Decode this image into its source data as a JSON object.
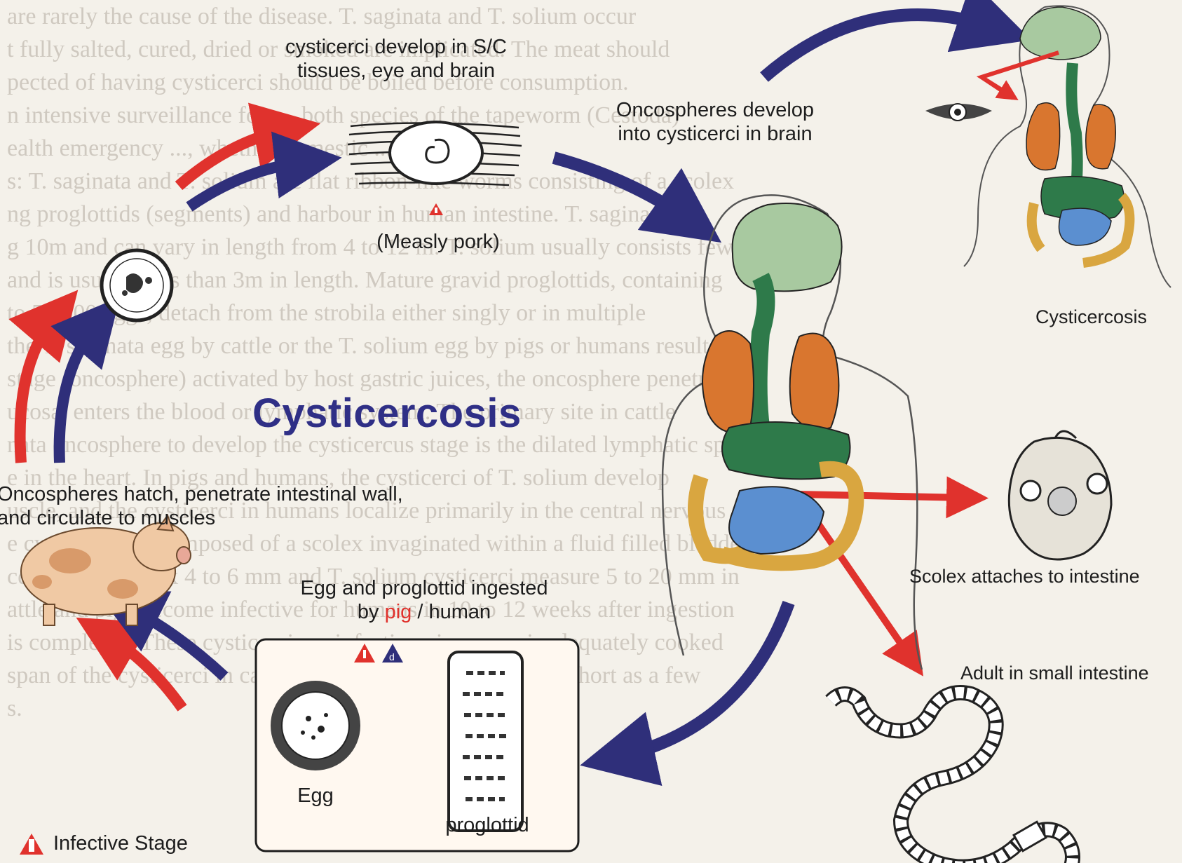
{
  "title": "Cysticercosis",
  "labels": {
    "cysticerci_develop": [
      "cysticerci develop in S/C",
      "tissues, eye and brain"
    ],
    "measly_pork": "(Measly pork)",
    "oncospheres_brain": [
      "Oncospheres develop",
      "into cysticerci in brain"
    ],
    "cysticercosis_small": "Cysticercosis",
    "oncospheres_hatch": [
      "Oncospheres hatch, penetrate intestinal wall,",
      "and circulate to muscles"
    ],
    "egg_ingested_line1": "Egg and proglottid ingested",
    "egg_ingested_by": "by",
    "egg_ingested_pig": "pig",
    "egg_ingested_human": "/ human",
    "scolex_attaches": "Scolex attaches to intestine",
    "adult_small_intestine": "Adult in small intestine",
    "egg": "Egg",
    "proglottid": "proglottid"
  },
  "legend": {
    "infective_stage": "Infective Stage"
  },
  "background_text": [
    "are rarely the cause of the disease. T. saginata and T. solium occur",
    "t fully salted, cured, dried or smoked are implicated. The meat should",
    "pected of having cysticerci should be boiled before consumption.",
    "n intensive surveillance for ..., both species of the tapeworm (Cestoda)",
    "ealth emergency ..., whether domestic ...",
    "s: T. saginata and T. solium are flat ribbon-like worms consisting of a scolex",
    "ng proglottids (segments) and harbour in human intestine. T. saginata can",
    "g 10m and can vary in length from 4 to 12 m. T. solium usually consists few",
    "and is usually less than 3m in length. Mature gravid proglottids, containing",
    "to 50,000 eggs, detach from the strobila either singly or in multiple",
    "",
    "the T. saginata egg by cattle or the T. solium egg by pigs or humans results",
    "stage (oncosphere) activated by host gastric juices, the oncosphere penetrates",
    "ucosa, enters the blood or lymphatic system. The primary site in cattle",
    "nata oncosphere to develop the cysticercus stage is the dilated lymphatic space",
    "e in the heart. In pigs and humans, the cysticerci of T. solium develop",
    "uscle, and the cysticerci in humans localize primarily in the central nervous",
    "e cysticercus is composed of a scolex invaginated within a fluid filled bladder",
    "cerci are 7 to 10 x 4 to 6 mm and T. solium cysticerci measure 5 to 20 mm in",
    "attle and pigs become infective for humans in 10 to 12 weeks after ingestion",
    "is completed. These cysticerci are infective via raw or inadequately cooked",
    "span of the cysticerci in cattle and pigs is reported to be as short as a few",
    "s."
  ],
  "colors": {
    "red_arrow": "#e0322d",
    "blue_arrow": "#2f2f7a",
    "title": "#2f2f86",
    "brain": "#a8c9a0",
    "lungs": "#d9762f",
    "esophagus": "#2e7a4a",
    "liver": "#2e7a4a",
    "intestine_large": "#d9a640",
    "intestine_small": "#5b8fd0"
  }
}
